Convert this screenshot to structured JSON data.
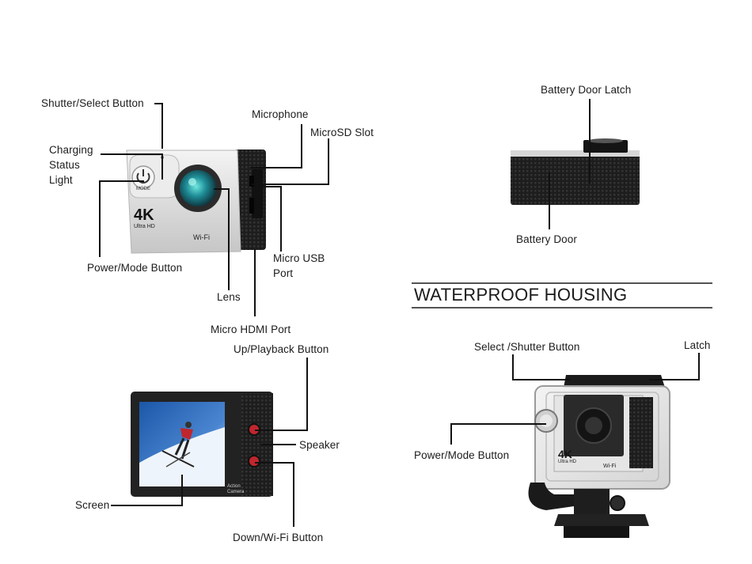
{
  "labels": {
    "shutter_select_button": "Shutter/Select Button",
    "charging_status_light": "Charging Status Light",
    "microphone": "Microphone",
    "microsd_slot": "MicroSD Slot",
    "power_mode_button": "Power/Mode Button",
    "micro_usb_port": "Micro USB Port",
    "lens": "Lens",
    "micro_hdmi_port": "Micro HDMI Port",
    "battery_door_latch": "Battery Door Latch",
    "battery_door": "Battery Door",
    "up_playback_button": "Up/Playback Button",
    "speaker": "Speaker",
    "screen": "Screen",
    "down_wifi_button": "Down/Wi-Fi Button",
    "housing_select_shutter_button": "Select /Shutter Button",
    "housing_latch": "Latch",
    "housing_power_mode_button": "Power/Mode Button"
  },
  "section": {
    "title": "WATERPROOF HOUSING"
  },
  "camera_front": {
    "mode_text": "MODE",
    "resolution": "4K",
    "resolution_sub": "Ultra HD",
    "wifi_text": "Wi-Fi"
  },
  "camera_back": {
    "brand_text": "Action Camera"
  },
  "housing_camera": {
    "resolution": "4K",
    "resolution_sub": "Ultra HD",
    "wifi_text": "Wi-Fi"
  }
}
